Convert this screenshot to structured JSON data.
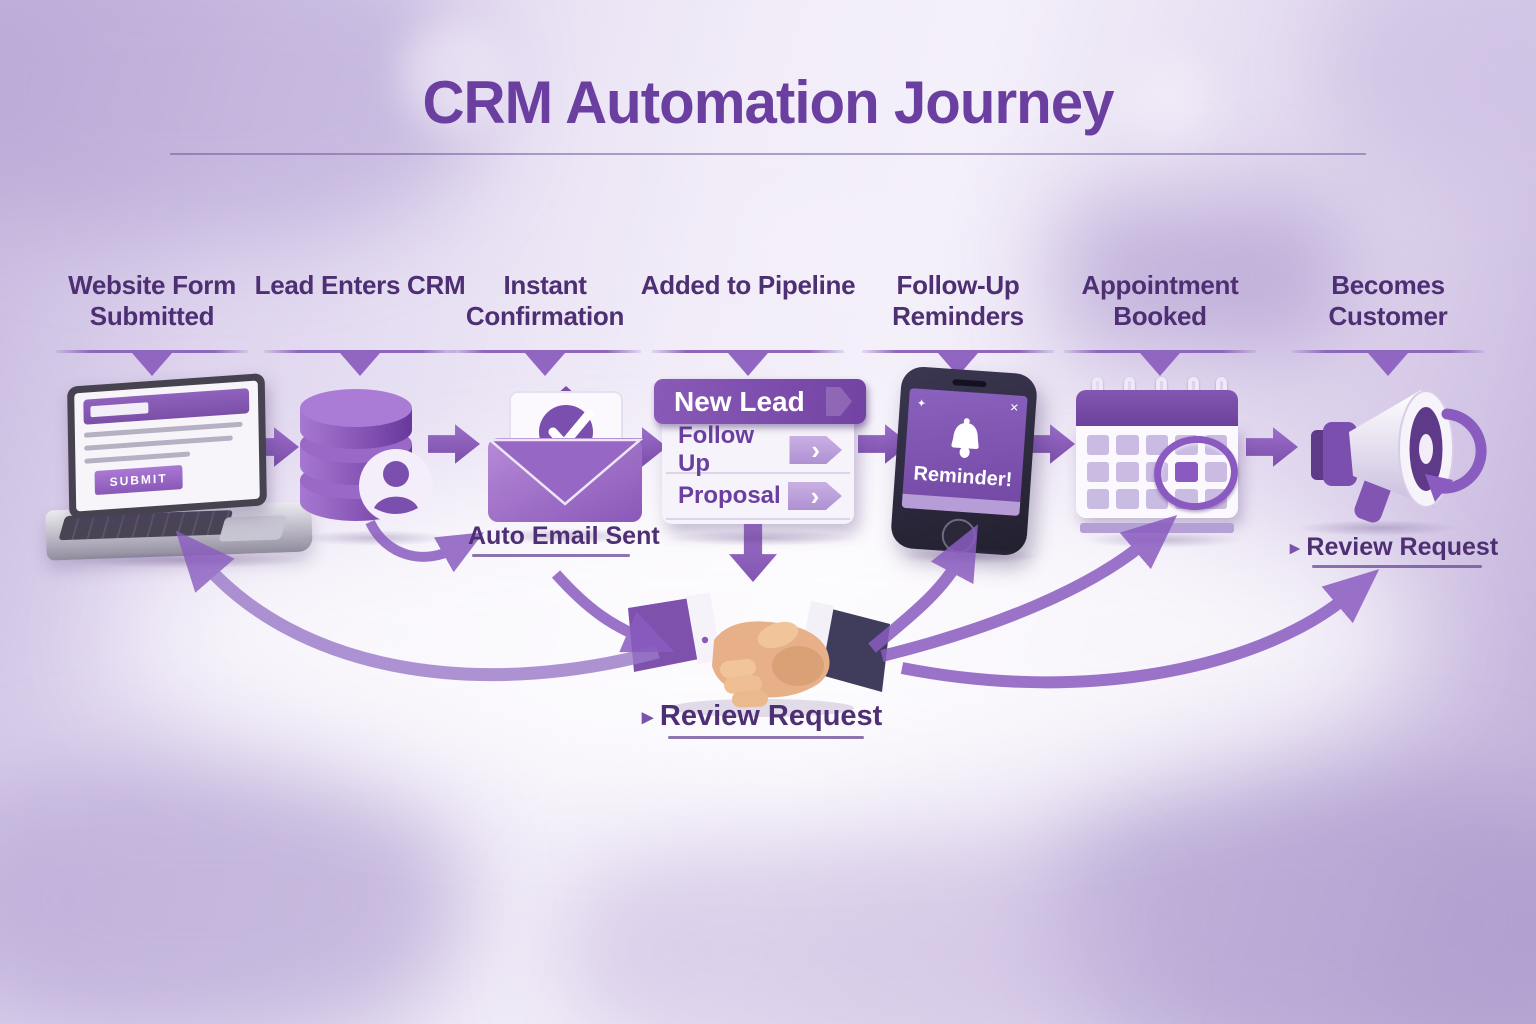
{
  "title": {
    "text": "CRM Automation Journey"
  },
  "stages": [
    {
      "label": "Website Form Submitted",
      "icon": "laptop-form-icon"
    },
    {
      "label": "Lead Enters CRM",
      "icon": "database-icon"
    },
    {
      "label": "Instant Confirmation",
      "icon": "envelope-check-icon"
    },
    {
      "label": "Added to Pipeline",
      "icon": "pipeline-card-icon"
    },
    {
      "label": "Follow-Up Reminders",
      "icon": "phone-reminder-icon"
    },
    {
      "label": "Appointment Booked",
      "icon": "calendar-icon"
    },
    {
      "label": "Becomes Customer",
      "icon": "megaphone-icon"
    }
  ],
  "laptop": {
    "submit_label": "SUBMIT"
  },
  "pipeline": {
    "header": "New Lead",
    "rows": [
      "Follow Up",
      "Proposal"
    ]
  },
  "phone": {
    "alert_text": "Reminder!"
  },
  "annotations": {
    "auto_email_sent": "Auto Email Sent",
    "review_request_center": "Review Request",
    "review_request_right": "Review Request"
  },
  "icons": {
    "chevron_glyph": "›",
    "bullet_glyph": "▸",
    "sparkle_glyph": "✦",
    "close_glyph": "✕"
  },
  "colors": {
    "accent": "#7b4fae",
    "title": "#6b3fa0",
    "label": "#4e2f73",
    "arrow": "#8a5cc0",
    "background": "#e9e2f3"
  }
}
